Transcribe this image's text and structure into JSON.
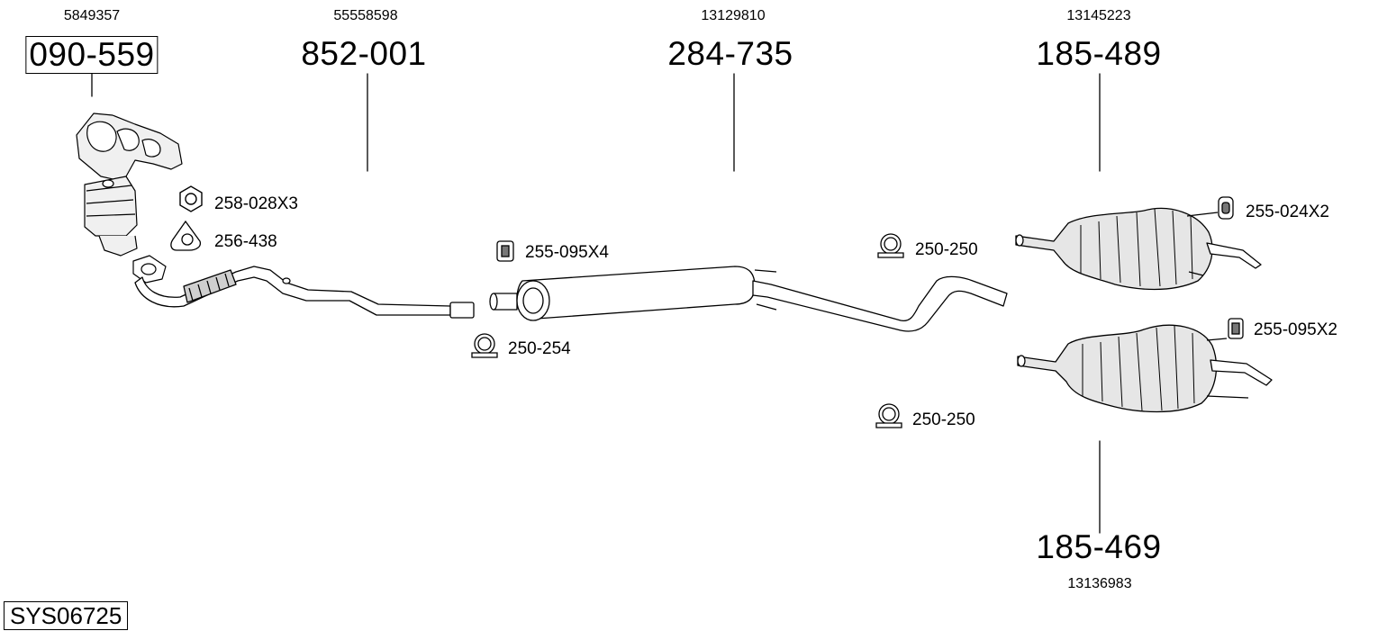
{
  "system_code": "SYS06725",
  "parts": [
    {
      "id": "catalyst",
      "part_number": "090-559",
      "oe_number": "5849357",
      "boxed": true
    },
    {
      "id": "front-pipe",
      "part_number": "852-001",
      "oe_number": "55558598",
      "boxed": false
    },
    {
      "id": "middle-silencer",
      "part_number": "284-735",
      "oe_number": "13129810",
      "boxed": false
    },
    {
      "id": "rear-silencer-1",
      "part_number": "185-489",
      "oe_number": "13145223",
      "boxed": false
    },
    {
      "id": "rear-silencer-2",
      "part_number": "185-469",
      "oe_number": "13136983",
      "boxed": false
    }
  ],
  "accessories": [
    {
      "id": "nut",
      "label": "258-028X3",
      "icon": "hex-nut-icon"
    },
    {
      "id": "gasket",
      "label": "256-438",
      "icon": "gasket-icon"
    },
    {
      "id": "rubber-mount-mid",
      "label": "255-095X4",
      "icon": "rubber-mount-icon"
    },
    {
      "id": "clamp-front",
      "label": "250-254",
      "icon": "clamp-icon"
    },
    {
      "id": "clamp-mid",
      "label": "250-250",
      "icon": "clamp-icon"
    },
    {
      "id": "clamp-rear",
      "label": "250-250",
      "icon": "clamp-icon"
    },
    {
      "id": "rubber-mount-rear-1",
      "label": "255-024X2",
      "icon": "rubber-ring-icon"
    },
    {
      "id": "rubber-mount-rear-2",
      "label": "255-095X2",
      "icon": "rubber-mount-icon"
    }
  ]
}
